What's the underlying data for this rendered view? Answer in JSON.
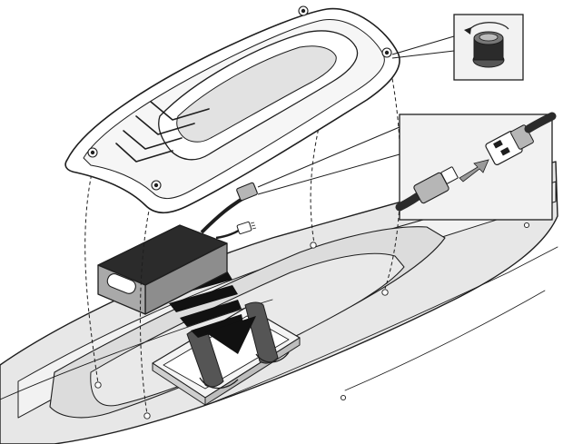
{
  "diagram": {
    "kind": "battery-installation-illustration",
    "colors": {
      "background": "#ffffff",
      "line": "#1e1e1e",
      "hull_shade": "#e4e4e4",
      "hull_light": "#efefef",
      "battery_side": "#8d8d8d",
      "battery_top": "#2b2b2b",
      "connector": "#b6b6b6",
      "strap": "#555555",
      "arrow": "#111111",
      "inset_bg": "#f2f2f2"
    },
    "parts": [
      {
        "id": "hatch-cover",
        "icon": "hatch-cover-icon"
      },
      {
        "id": "battery-pack",
        "icon": "battery-icon"
      },
      {
        "id": "battery-tray",
        "icon": "battery-tray-icon"
      },
      {
        "id": "hull",
        "icon": "boat-hull-icon"
      },
      {
        "id": "cover-knob-detail",
        "icon": "rotate-knob-icon"
      },
      {
        "id": "connector-detail",
        "icon": "plug-connector-icon"
      }
    ]
  }
}
